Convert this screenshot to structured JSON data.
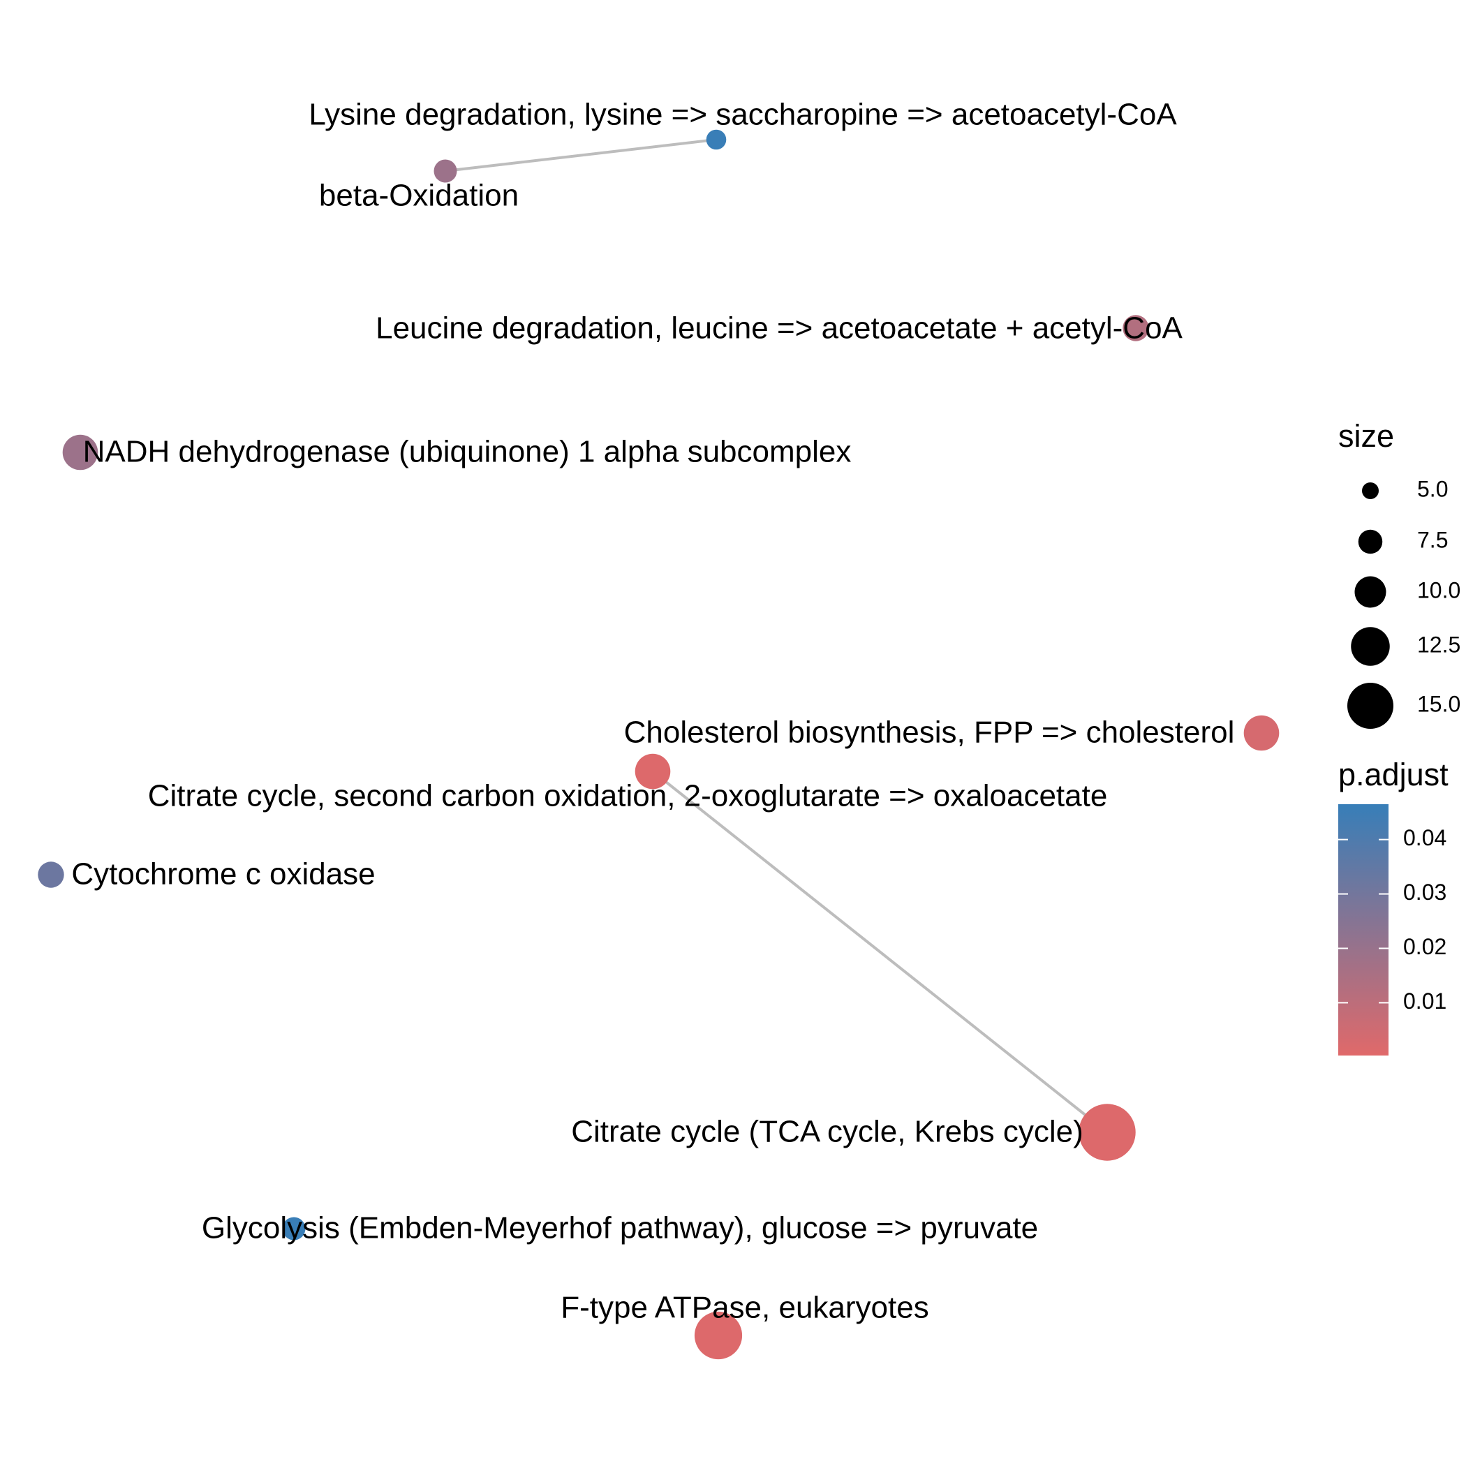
{
  "nodes": [
    {
      "id": "lysine",
      "label": "Lysine degradation, lysine => saccharopine => acetoacetyl-CoA",
      "size": 4,
      "p_adjust": 0.046
    },
    {
      "id": "beta",
      "label": "beta-Oxidation",
      "size": 5,
      "p_adjust": 0.019
    },
    {
      "id": "leucine",
      "label": "Leucine degradation, leucine => acetoacetate + acetyl-CoA",
      "size": 6,
      "p_adjust": 0.013
    },
    {
      "id": "nadh",
      "label": "NADH dehydrogenase (ubiquinone) 1 alpha subcomplex",
      "size": 9,
      "p_adjust": 0.019
    },
    {
      "id": "chol",
      "label": "Cholesterol biosynthesis, FPP => cholesterol",
      "size": 9,
      "p_adjust": 0.003
    },
    {
      "id": "citrate2",
      "label": "Citrate cycle, second carbon oxidation, 2-oxoglutarate => oxaloacetate",
      "size": 9,
      "p_adjust": 0.001
    },
    {
      "id": "cyto",
      "label": "Cytochrome c oxidase",
      "size": 6,
      "p_adjust": 0.032
    },
    {
      "id": "tca",
      "label": "Citrate cycle (TCA cycle, Krebs cycle)",
      "size": 16,
      "p_adjust": 0.001
    },
    {
      "id": "glyco",
      "label": "Glycolysis (Embden-Meyerhof pathway), glucose => pyruvate",
      "size": 5,
      "p_adjust": 0.046
    },
    {
      "id": "atp",
      "label": "F-type ATPase, eukaryotes",
      "size": 13,
      "p_adjust": 0.001
    }
  ],
  "edges": [
    {
      "from": "beta",
      "to": "lysine"
    },
    {
      "from": "citrate2",
      "to": "tca"
    }
  ],
  "legend": {
    "size_title": "size",
    "size_items": [
      {
        "value": 5.0,
        "label": "5.0"
      },
      {
        "value": 7.5,
        "label": "7.5"
      },
      {
        "value": 10.0,
        "label": "10.0"
      },
      {
        "value": 12.5,
        "label": "12.5"
      },
      {
        "value": 15.0,
        "label": "15.0"
      }
    ],
    "color_title": "p.adjust",
    "color_ticks": [
      {
        "value": 0.04,
        "label": "0.04"
      },
      {
        "value": 0.03,
        "label": "0.03"
      },
      {
        "value": 0.02,
        "label": "0.02"
      },
      {
        "value": 0.01,
        "label": "0.01"
      }
    ],
    "color_range": [
      0.0003,
      0.0465
    ]
  },
  "colors": {
    "low": "#E0696A",
    "high": "#377EB8",
    "edge": "#BDBDBD"
  }
}
